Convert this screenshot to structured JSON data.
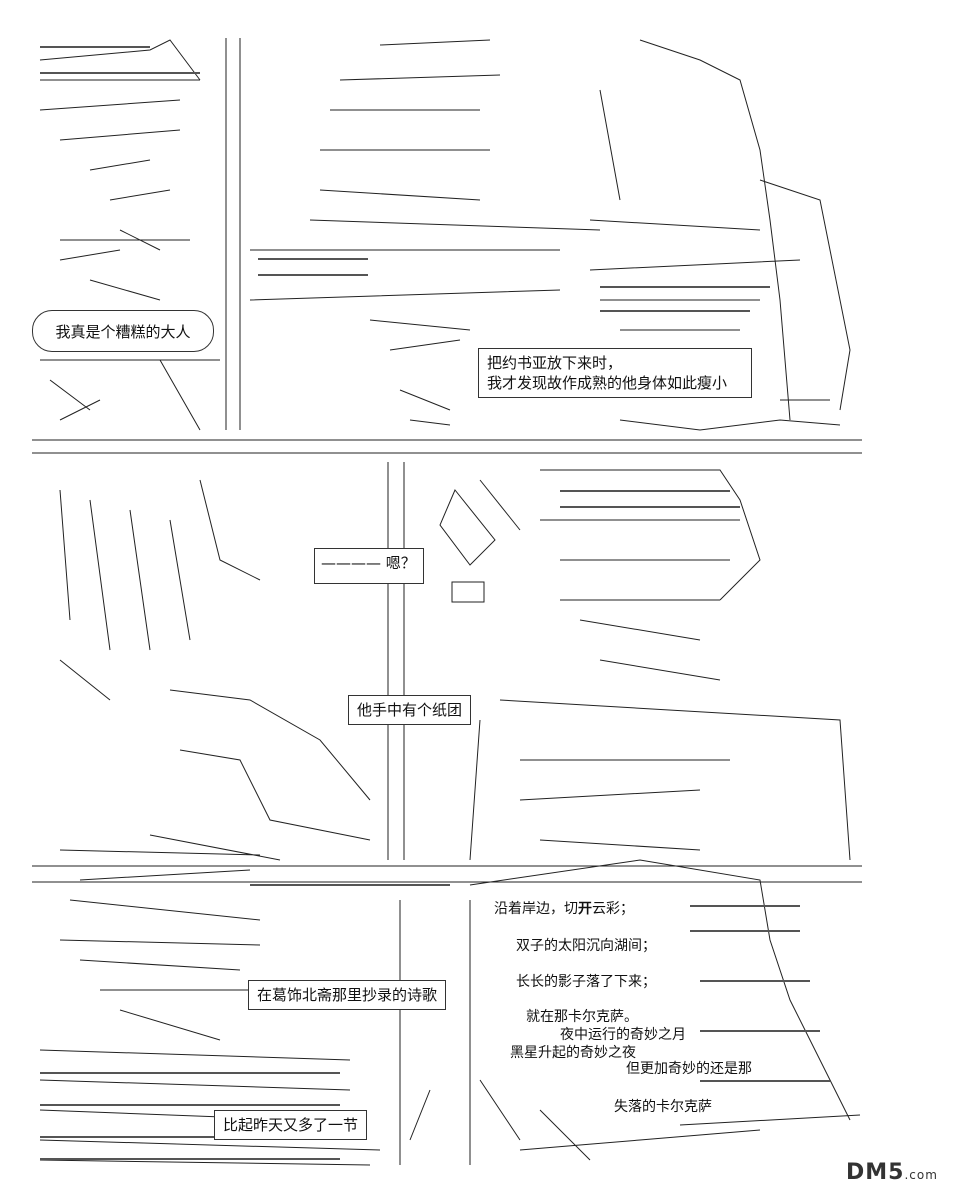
{
  "panels": {
    "p1_speech": "我真是个糟糕的大人",
    "p1_caption": [
      "把约书亚放下来时，",
      "我才发现故作成熟的他身体如此瘦小"
    ],
    "p2_speech": "———— 嗯？",
    "p2_caption": "他手中有个纸团",
    "p3_caption1": "在葛饰北斋那里抄录的诗歌",
    "p3_caption2": "比起昨天又多了一节"
  },
  "poem": {
    "line1a": "沿着岸边，切",
    "line1b": "开",
    "line1c": "云彩；",
    "line2": "双子的太阳沉向湖间；",
    "line3": "长长的影子落了下来；",
    "line4": "就在那卡尔克萨。",
    "line5": "夜中运行的奇妙之月",
    "line6": "黑星升起的奇妙之夜",
    "line7": "但更加奇妙的还是那",
    "line8": "失落的卡尔克萨"
  },
  "watermark": {
    "brand": "DM5",
    "suffix": ".com"
  }
}
